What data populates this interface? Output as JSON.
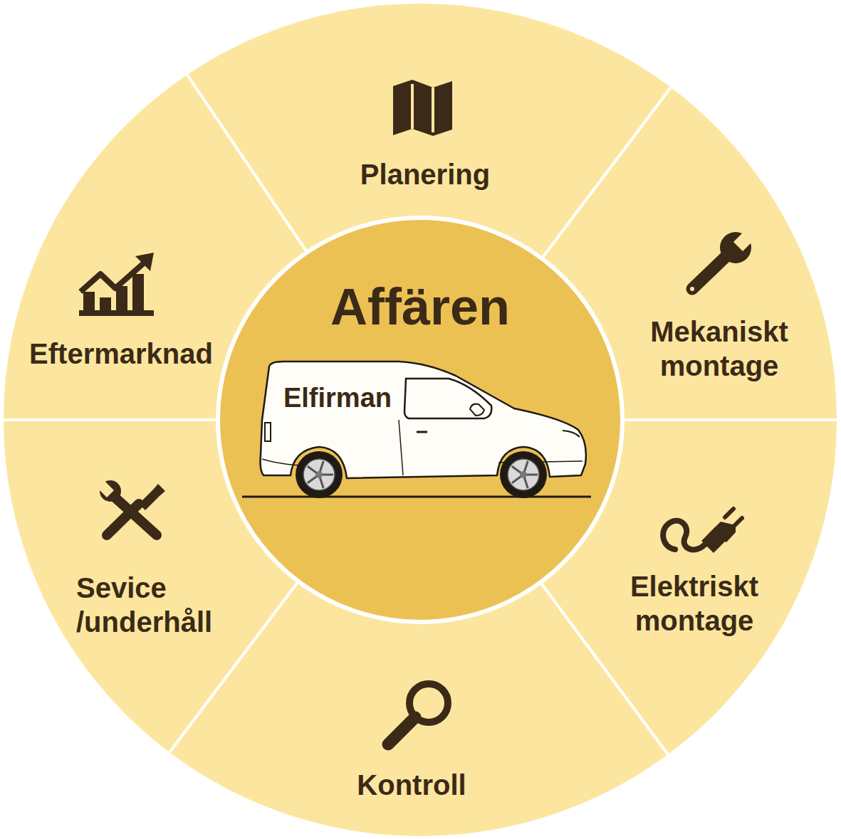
{
  "diagram": {
    "nodes": [
      {
        "text": [
          "Affären"
        ]
      },
      {
        "text": [
          "Planering"
        ]
      },
      {
        "text": [
          "Mekaniskt montage"
        ]
      },
      {
        "text": [
          "Elektriskt montage"
        ]
      },
      {
        "text": [
          "Kontroll"
        ]
      },
      {
        "text": [
          "Sevice /underhåll"
        ]
      },
      {
        "text": [
          "Eftermarknad"
        ]
      }
    ],
    "labels": [
      "Elfirman"
    ]
  }
}
